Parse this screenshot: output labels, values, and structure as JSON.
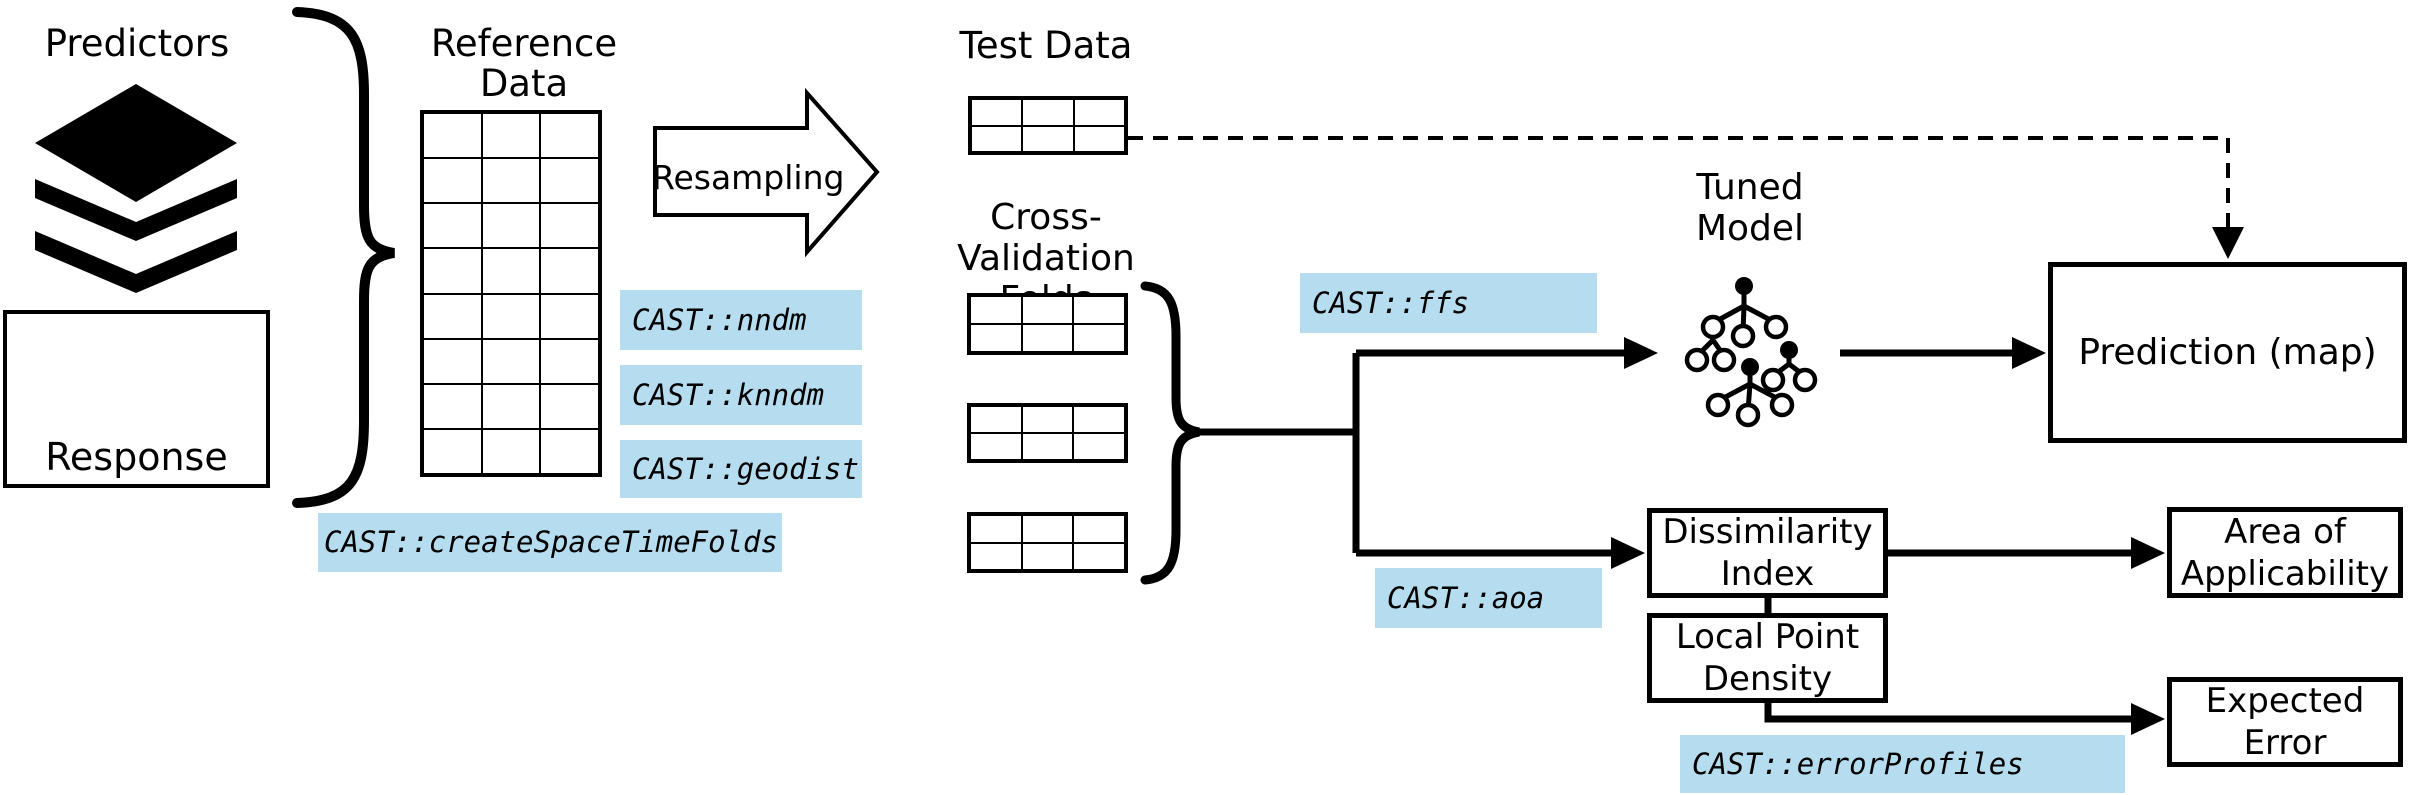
{
  "colors": {
    "highlight": "#b5ddef",
    "ink": "#000000",
    "background": "#ffffff"
  },
  "inputs": {
    "predictors": "Predictors",
    "response": "Response",
    "reference_data": "Reference Data"
  },
  "resampling": {
    "label": "Resampling",
    "test_data": "Test Data",
    "cv_folds": [
      "Cross-Validation",
      "Folds"
    ]
  },
  "functions": {
    "nndm": "CAST::nndm",
    "knndm": "CAST::knndm",
    "geodist": "CAST::geodist",
    "createSpaceTimeFolds": "CAST::createSpaceTimeFolds",
    "ffs": "CAST::ffs",
    "aoa": "CAST::aoa",
    "errorProfiles": "CAST::errorProfiles"
  },
  "model": {
    "tuned": [
      "Tuned",
      "Model"
    ]
  },
  "outputs": {
    "prediction": "Prediction (map)",
    "dissimilarity_index": [
      "Dissimilarity",
      "Index"
    ],
    "local_point_density": [
      "Local Point",
      "Density"
    ],
    "area_of_applicability": [
      "Area of",
      "Applicability"
    ],
    "expected_error": [
      "Expected",
      "Error"
    ]
  }
}
